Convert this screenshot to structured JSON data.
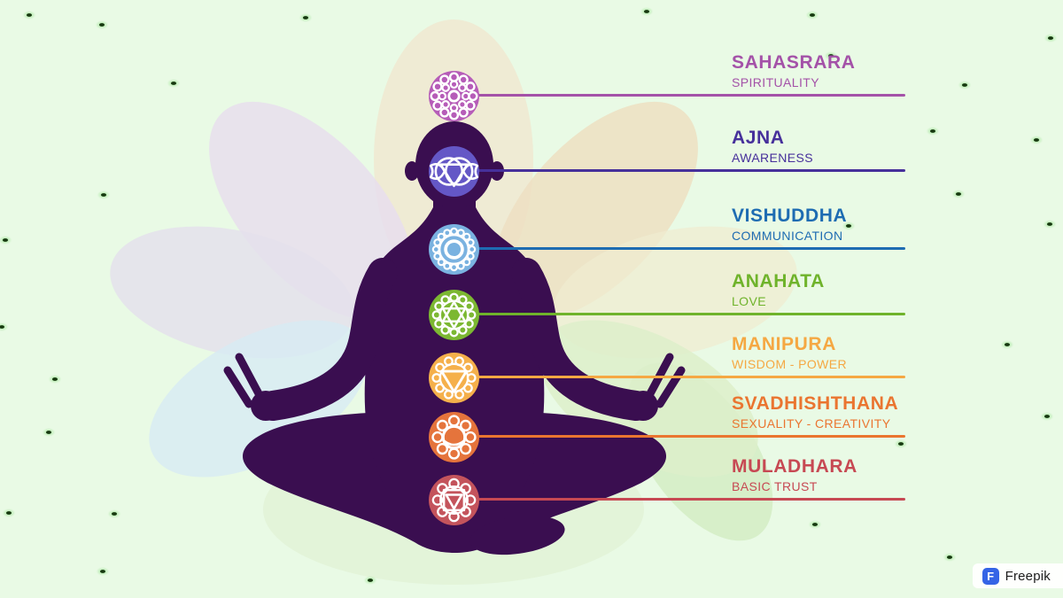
{
  "infographic": {
    "theme": "chakra meditation infographic",
    "background_color": "#e9fae5",
    "figure_color": "#3a0e50"
  },
  "chakras": [
    {
      "name": "SAHASRARA",
      "trait": "SPIRITUALITY",
      "text_color": "#a452a8",
      "circle_color": "#b65cb8",
      "icon": "crown-chakra-icon"
    },
    {
      "name": "AJNA",
      "trait": "AWARENESS",
      "text_color": "#46309b",
      "circle_color": "#6457c6",
      "icon": "third-eye-chakra-icon"
    },
    {
      "name": "VISHUDDHA",
      "trait": "COMMUNICATION",
      "text_color": "#1e6cb2",
      "circle_color": "#7ab2e0",
      "icon": "throat-chakra-icon"
    },
    {
      "name": "ANAHATA",
      "trait": "LOVE",
      "text_color": "#6fb32b",
      "circle_color": "#7cb832",
      "icon": "heart-chakra-icon"
    },
    {
      "name": "MANIPURA",
      "trait": "WISDOM - POWER",
      "text_color": "#f5a843",
      "circle_color": "#f5b04b",
      "icon": "solar-plexus-chakra-icon"
    },
    {
      "name": "SVADHISHTHANA",
      "trait": "SEXUALITY - CREATIVITY",
      "text_color": "#ea7530",
      "circle_color": "#e5743c",
      "icon": "sacral-chakra-icon"
    },
    {
      "name": "MULADHARA",
      "trait": "BASIC TRUST",
      "text_color": "#c74953",
      "circle_color": "#c4545c",
      "icon": "root-chakra-icon"
    }
  ],
  "watermark": {
    "brand": "Freepik",
    "logo_letter": "F",
    "logo_color": "#3564e6"
  }
}
